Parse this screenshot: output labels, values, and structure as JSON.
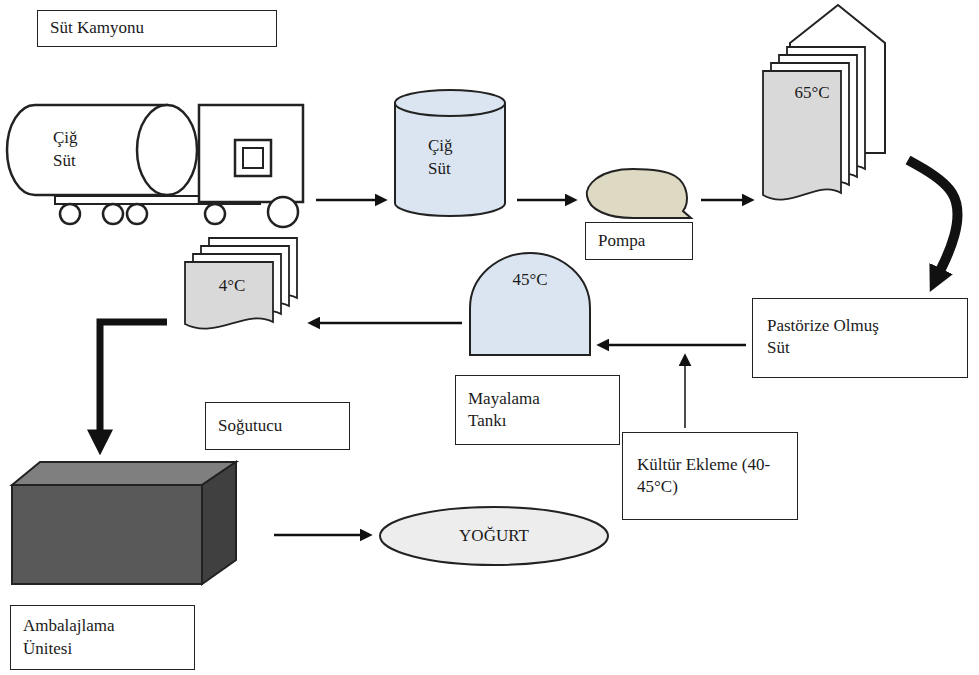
{
  "diagram": {
    "nodes": [
      {
        "text": [
          "Süt Kamyonu",
          "Çiğ Süt"
        ]
      },
      {
        "text": [
          "Çiğ Süt"
        ]
      },
      {
        "text": [
          "Pompa"
        ]
      },
      {
        "text": [
          "65°C"
        ]
      },
      {
        "text": [
          "Pastörize Olmuş Süt"
        ]
      },
      {
        "text": [
          "45°C",
          "Mayalama Tankı"
        ]
      },
      {
        "text": [
          "Kültür Ekleme (40-45°C)"
        ]
      },
      {
        "text": [
          "4°C",
          "Soğutucu"
        ]
      },
      {
        "text": [
          "Ambalajlama Ünitesi"
        ]
      },
      {
        "text": [
          "YOĞURT"
        ]
      }
    ],
    "edges": [
      {
        "from": 0,
        "to": 1,
        "arrow": "to"
      },
      {
        "from": 1,
        "to": 2,
        "arrow": "to"
      },
      {
        "from": 2,
        "to": 3,
        "arrow": "to"
      },
      {
        "from": 3,
        "to": 4,
        "arrow": "to"
      },
      {
        "from": 4,
        "to": 5,
        "arrow": "to"
      },
      {
        "from": 6,
        "to": 5,
        "arrow": "to"
      },
      {
        "from": 5,
        "to": 7,
        "arrow": "to"
      },
      {
        "from": 7,
        "to": 8,
        "arrow": "to"
      },
      {
        "from": 8,
        "to": 9,
        "arrow": "to"
      }
    ]
  }
}
